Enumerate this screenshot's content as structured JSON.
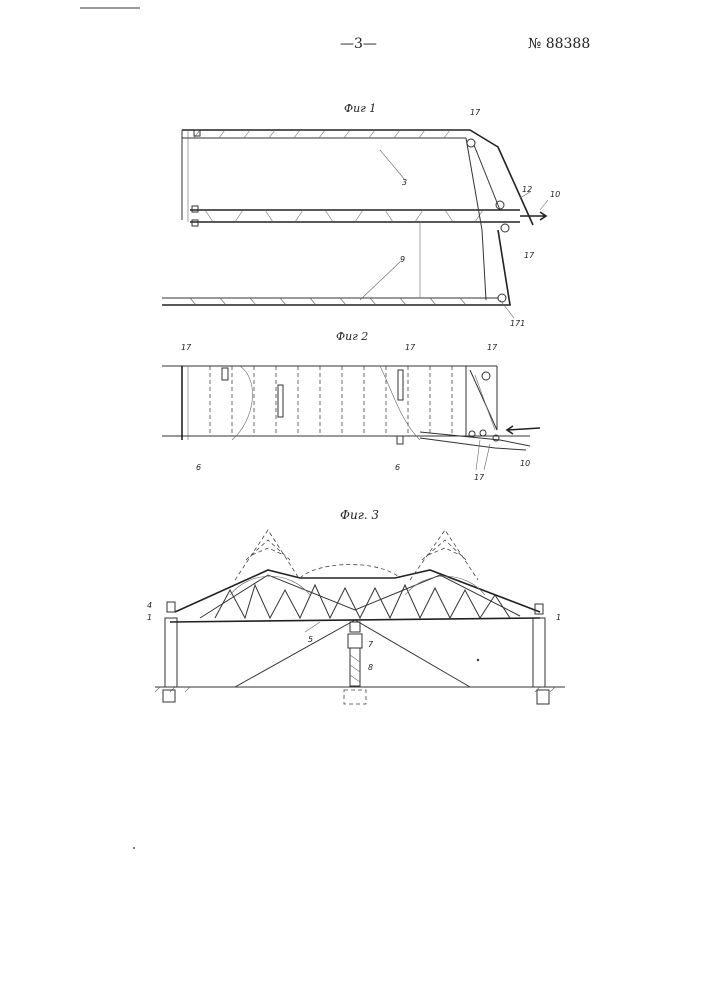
{
  "header": {
    "page_number": "—3—",
    "patent_number": "№ 88388"
  },
  "figures": {
    "fig1": {
      "caption": "Фиг 1",
      "labels": [
        "17",
        "3",
        "12",
        "10",
        "9",
        "17",
        "171"
      ]
    },
    "fig2": {
      "caption": "Фиг 2",
      "labels": [
        "17",
        "17",
        "17",
        "6",
        "6",
        "10",
        "17"
      ]
    },
    "fig3": {
      "caption": "Фиг. 3",
      "labels": [
        "4",
        "1",
        "5",
        "7",
        "8",
        "1"
      ]
    }
  }
}
